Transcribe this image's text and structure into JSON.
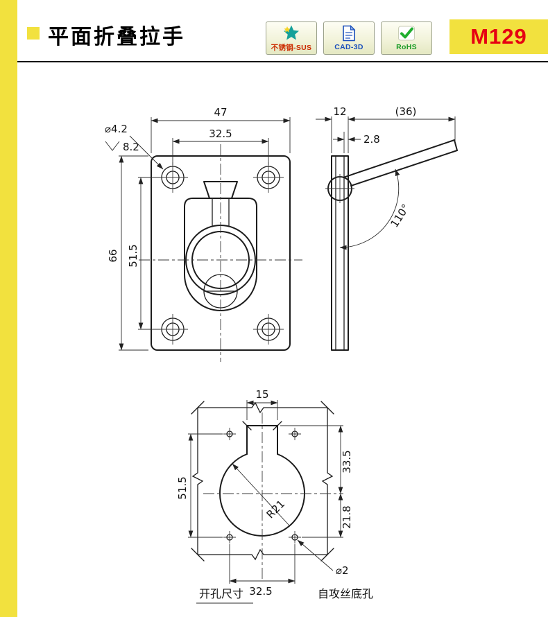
{
  "header": {
    "title": "平面折叠拉手",
    "model": "M129",
    "badges": [
      {
        "icon": "star-icon",
        "label": "不锈钢-SUS",
        "color": "#cc2a00"
      },
      {
        "icon": "cad-document-icon",
        "label": "CAD-3D",
        "color": "#1a4fbb"
      },
      {
        "icon": "check-icon",
        "label": "RoHS",
        "color": "#1b9b27"
      }
    ]
  },
  "front_view": {
    "width": "47",
    "hole_pitch_h": "32.5",
    "height": "66",
    "hole_pitch_v": "51.5",
    "hole_dia": "⌀4.2",
    "countersink_dia": "8.2"
  },
  "side_view": {
    "depth": "12",
    "handle_projection": "(36)",
    "plate_thickness": "2.8",
    "open_angle": "110°"
  },
  "cutout_view": {
    "slot_width": "15",
    "top_to_center": "33.5",
    "center_to_holes": "21.8",
    "hole_pitch_v": "51.5",
    "hole_pitch_h": "32.5",
    "corner_radius": "R21",
    "pilot_hole_dia": "⌀2",
    "pilot_hole_note": "自攻丝底孔",
    "caption": "开孔尺寸"
  },
  "colors": {
    "accent_yellow": "#f2e13e",
    "model_red": "#e60012",
    "sus_red": "#cc2a00",
    "cad_blue": "#1a4fbb",
    "rohs_green": "#1b9b27",
    "line_dark": "#1c1c1c"
  }
}
